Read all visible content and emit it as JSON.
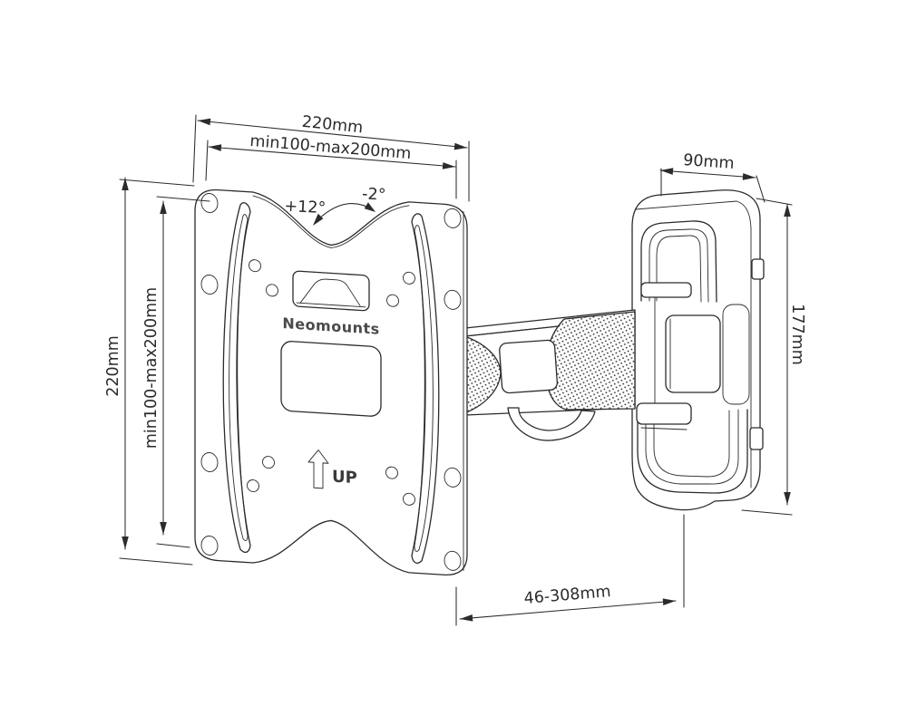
{
  "diagram": {
    "brand": "Neomounts",
    "up_label": "UP",
    "dims": {
      "plate_width": "220mm",
      "plate_width_range": "min100-max200mm",
      "plate_height": "220mm",
      "plate_height_range": "min100-max200mm",
      "tilt_up": "+12°",
      "tilt_down": "-2°",
      "bracket_width": "90mm",
      "bracket_height": "177mm",
      "extension_range": "46-308mm"
    },
    "colors": {
      "line": "#2b2b2b",
      "background": "#ffffff"
    }
  }
}
